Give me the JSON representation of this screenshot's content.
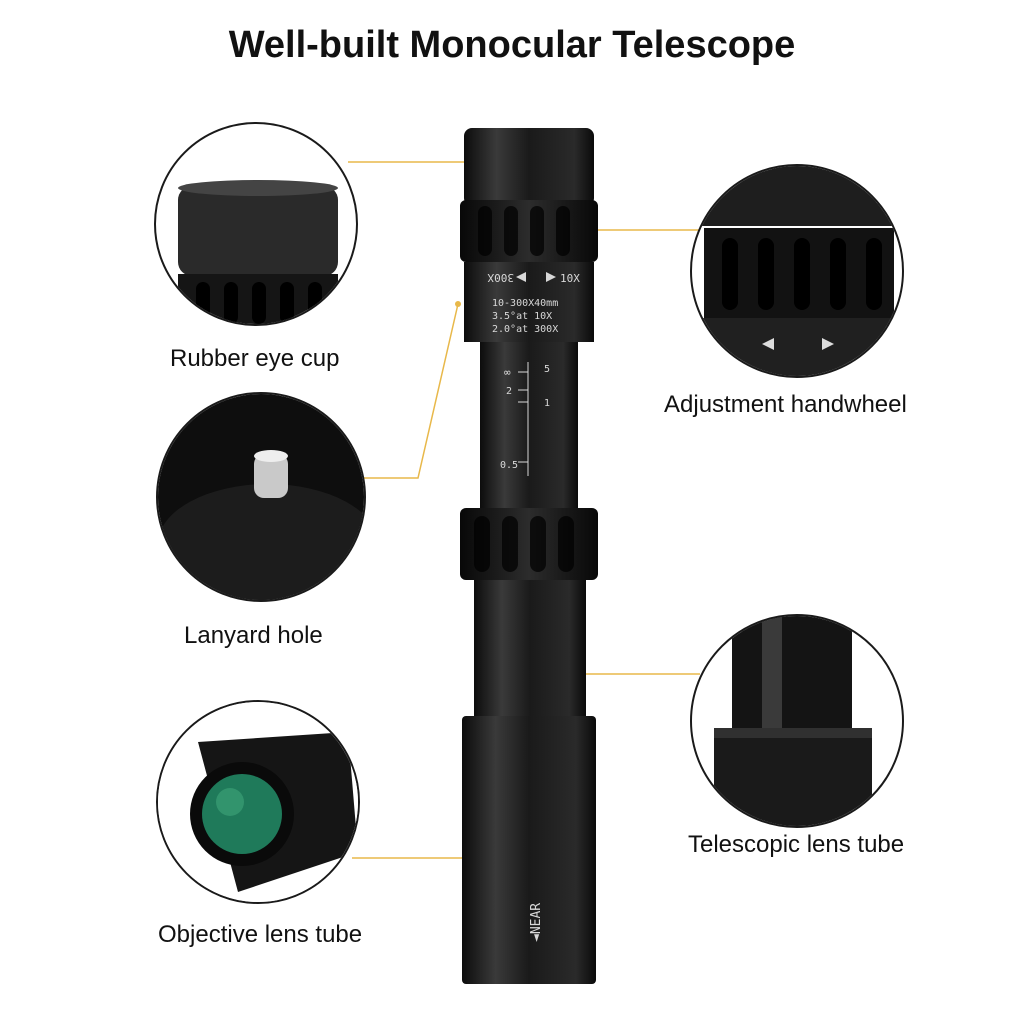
{
  "title": "Well-built Monocular Telescope",
  "labels": {
    "eye_cup": "Rubber eye cup",
    "handwheel": "Adjustment handwheel",
    "lanyard": "Lanyard hole",
    "telescopic": "Telescopic lens tube",
    "objective": "Objective lens tube"
  },
  "scope_markings": {
    "zoom_high": "300X",
    "zoom_low": "10X",
    "spec_line1": "10-300X40mm",
    "spec_line2": "3.5°at 10X",
    "spec_line3": "2.0°at 300X",
    "focus_infinity": "∞",
    "focus_5": "5",
    "focus_2": "2",
    "focus_1": "1",
    "focus_05": "0.5",
    "near_mark": "◄NEAR"
  },
  "colors": {
    "accent_line": "#e8b84a",
    "body": "#151515",
    "lens_green": "#1f7a5a"
  },
  "icons": [
    "arrow-left-icon",
    "arrow-right-icon"
  ]
}
